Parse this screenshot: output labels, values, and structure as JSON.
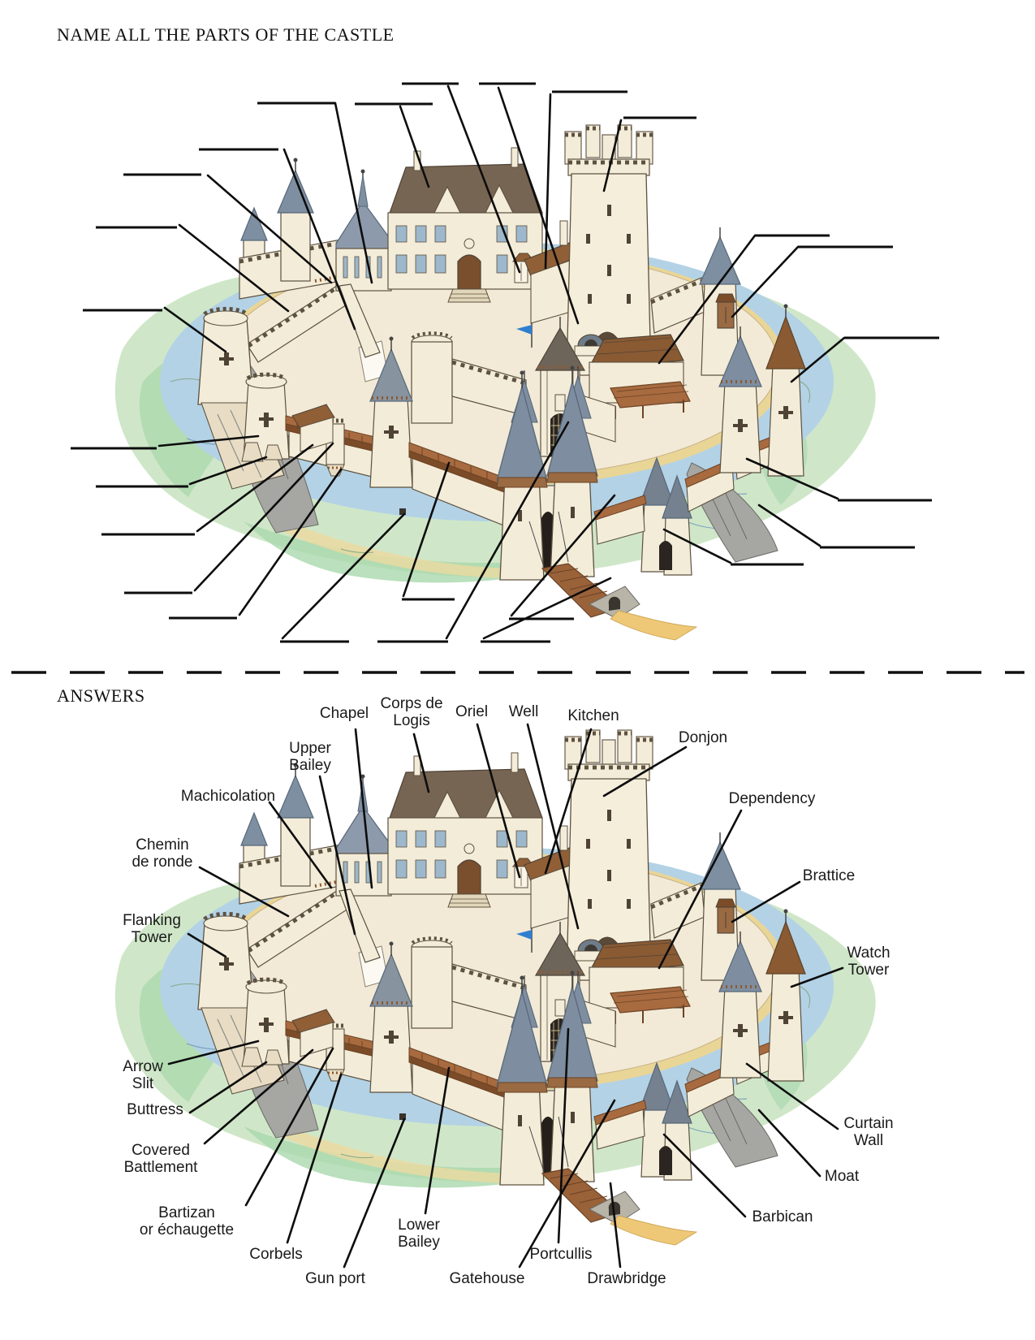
{
  "worksheet": {
    "title": "NAME ALL THE PARTS OF THE CASTLE",
    "answers_heading": "ANSWERS",
    "blank_count": 26
  },
  "palette": {
    "ink": "#161616",
    "wall_cream": "#f3ecd8",
    "roof_brown": "#905f36",
    "roof_slate": "#7e8fa1",
    "walkway_brown": "#a86a3f",
    "moat_blue": "#b3d2e6",
    "grass_green": "#a9d8ac",
    "sand": "#efc877"
  },
  "labels": [
    {
      "id": "chapel",
      "text": "Chapel"
    },
    {
      "id": "corps-de-logis",
      "text": "Corps de\nLogis"
    },
    {
      "id": "oriel",
      "text": "Oriel"
    },
    {
      "id": "well",
      "text": "Well"
    },
    {
      "id": "kitchen",
      "text": "Kitchen"
    },
    {
      "id": "donjon",
      "text": "Donjon"
    },
    {
      "id": "dependency",
      "text": "Dependency"
    },
    {
      "id": "brattice",
      "text": "Brattice"
    },
    {
      "id": "watch-tower",
      "text": "Watch\nTower"
    },
    {
      "id": "curtain-wall",
      "text": "Curtain\nWall"
    },
    {
      "id": "moat",
      "text": "Moat"
    },
    {
      "id": "barbican",
      "text": "Barbican"
    },
    {
      "id": "drawbridge",
      "text": "Drawbridge"
    },
    {
      "id": "portcullis",
      "text": "Portcullis"
    },
    {
      "id": "gatehouse",
      "text": "Gatehouse"
    },
    {
      "id": "lower-bailey",
      "text": "Lower\nBailey"
    },
    {
      "id": "gun-port",
      "text": "Gun port"
    },
    {
      "id": "corbels",
      "text": "Corbels"
    },
    {
      "id": "bartizan",
      "text": "Bartizan\nor échaugette"
    },
    {
      "id": "covered-battlement",
      "text": "Covered\nBattlement"
    },
    {
      "id": "buttress",
      "text": "Buttress"
    },
    {
      "id": "arrow-slit",
      "text": "Arrow\nSlit"
    },
    {
      "id": "flanking-tower",
      "text": "Flanking\nTower"
    },
    {
      "id": "chemin-de-ronde",
      "text": "Chemin\nde ronde"
    },
    {
      "id": "machicolation",
      "text": "Machicolation"
    },
    {
      "id": "upper-bailey",
      "text": "Upper\nBailey"
    }
  ]
}
